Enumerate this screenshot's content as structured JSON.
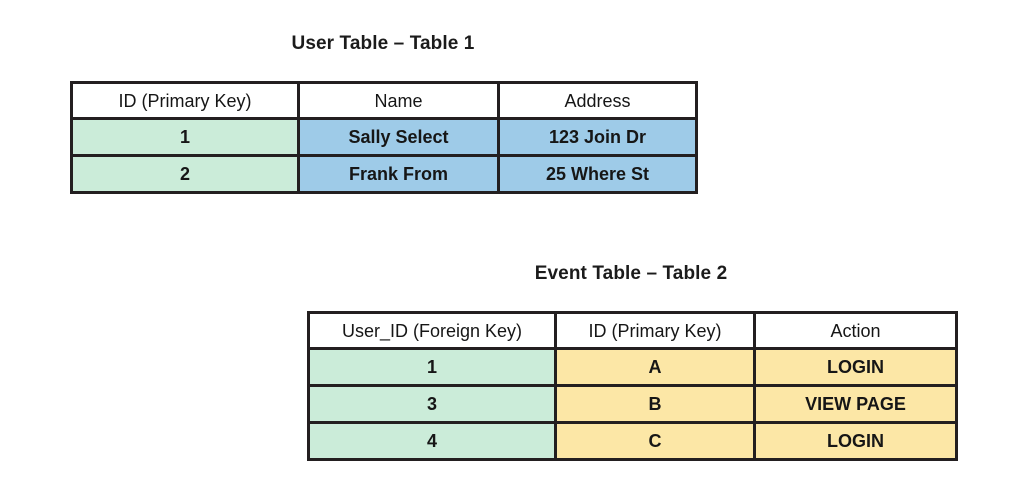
{
  "page": {
    "background": "#ffffff",
    "palette": {
      "border": "#231f20",
      "key_green": "#cbecd9",
      "user_blue": "#9ecbe8",
      "event_yellow": "#fce7a6",
      "header_white": "#ffffff",
      "text": "#161616"
    }
  },
  "user_table": {
    "title": "User Table – Table 1",
    "columns": [
      "ID (Primary Key)",
      "Name",
      "Address"
    ],
    "column_fills": [
      "key_green",
      "user_blue",
      "user_blue"
    ],
    "rows": [
      {
        "id": "1",
        "name": "Sally Select",
        "address": "123 Join Dr"
      },
      {
        "id": "2",
        "name": "Frank From",
        "address": "25 Where St"
      }
    ]
  },
  "event_table": {
    "title": "Event Table – Table 2",
    "columns": [
      "User_ID (Foreign Key)",
      "ID (Primary Key)",
      "Action"
    ],
    "column_fills": [
      "key_green",
      "event_yellow",
      "event_yellow"
    ],
    "rows": [
      {
        "user_id": "1",
        "id": "A",
        "action": "LOGIN"
      },
      {
        "user_id": "3",
        "id": "B",
        "action": "VIEW PAGE"
      },
      {
        "user_id": "4",
        "id": "C",
        "action": "LOGIN"
      }
    ]
  }
}
